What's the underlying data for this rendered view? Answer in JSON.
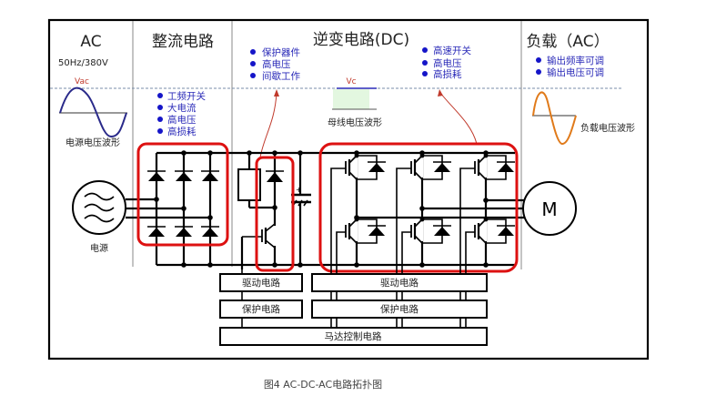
{
  "sections": {
    "ac_source": {
      "title": "AC",
      "spec": "50Hz/380V",
      "wave_label": "Vac",
      "wave_caption": "电源电压波形",
      "source_label": "电源"
    },
    "rectifier": {
      "title": "整流电路",
      "bullets": [
        "工频开关",
        "大电流",
        "高电压",
        "高损耗"
      ]
    },
    "inverter": {
      "title": "逆变电路(DC)",
      "left_bullets": [
        "保护器件",
        "高电压",
        "间歇工作"
      ],
      "right_bullets": [
        "高速开关",
        "高电压",
        "高损耗"
      ],
      "bus_label": "Vc",
      "bus_caption": "母线电压波形"
    },
    "load": {
      "title": "负载（AC）",
      "bullets": [
        "输出频率可调",
        "输出电压可调"
      ],
      "wave_caption": "负载电压波形",
      "motor_label": "M"
    }
  },
  "control_blocks": {
    "drive_left": "驱动电路",
    "drive_right": "驱动电路",
    "protect_left": "保护电路",
    "protect_right": "保护电路",
    "motor_control": "马达控制电路"
  },
  "caption": "图4  AC-DC-AC电路拓扑图",
  "colors": {
    "highlight": "#dd1111",
    "bullet_text": "#2a2ab8",
    "source_wave": "#2a2a8a",
    "load_wave": "#e07a1a",
    "bus_fill": "#e3f7e0"
  }
}
